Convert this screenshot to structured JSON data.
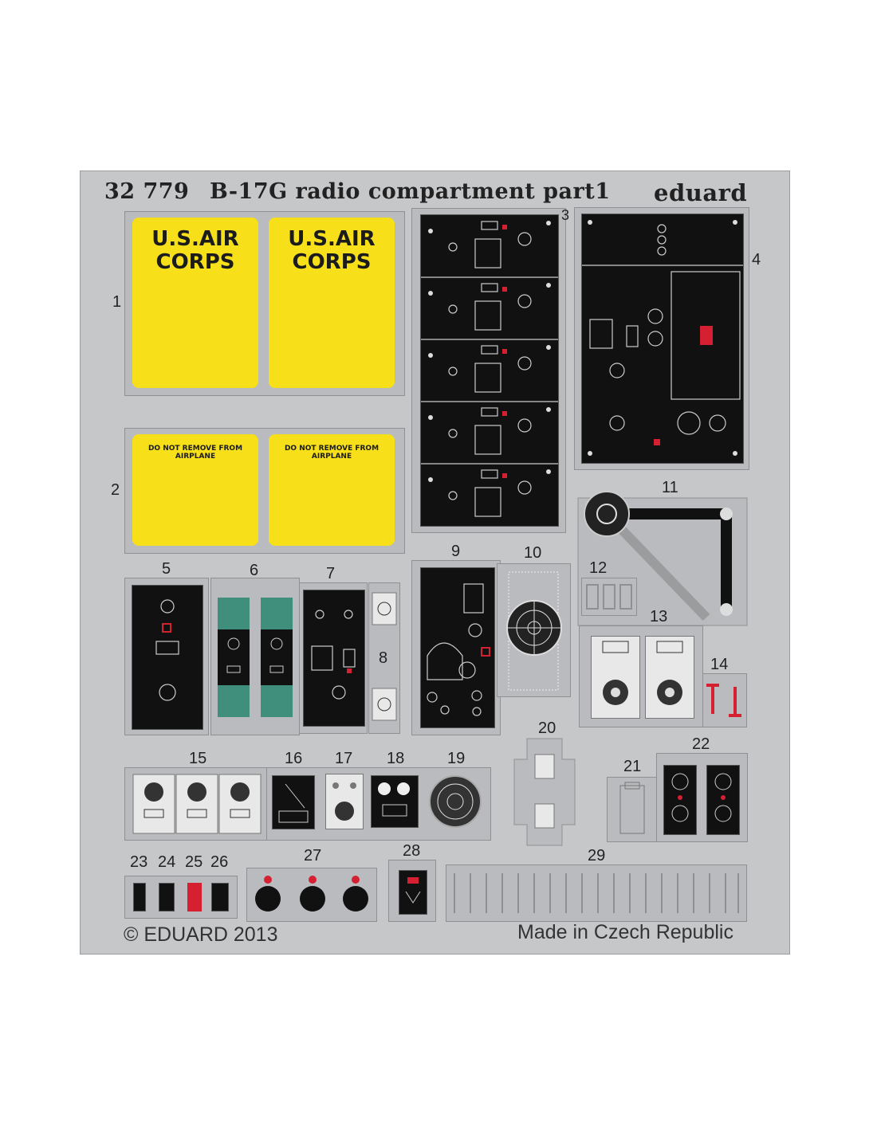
{
  "header": {
    "code": "32 779",
    "title": "B-17G radio compartment part1",
    "brand": "eduard"
  },
  "parts": {
    "p1": "1",
    "p2": "2",
    "p3": "3",
    "p4": "4",
    "p5": "5",
    "p6": "6",
    "p7": "7",
    "p8": "8",
    "p9": "9",
    "p10": "10",
    "p11": "11",
    "p12": "12",
    "p13": "13",
    "p14": "14",
    "p15": "15",
    "p16": "16",
    "p17": "17",
    "p18": "18",
    "p19": "19",
    "p20": "20",
    "p21": "21",
    "p22": "22",
    "p23": "23",
    "p24": "24",
    "p25": "25",
    "p26": "26",
    "p27": "27",
    "p28": "28",
    "p29": "29"
  },
  "placards": {
    "corps_line1": "U.S.AIR",
    "corps_line2": "CORPS",
    "warning": "DO NOT REMOVE FROM AIRPLANE"
  },
  "footer": {
    "copyright": "© EDUARD 2013",
    "origin": "Made in Czech Republic"
  },
  "colors": {
    "fret": "#c5c7c9",
    "placard": "#f7e01a",
    "panel": "#111111",
    "green": "#3f8f7c",
    "red": "#d42030"
  }
}
